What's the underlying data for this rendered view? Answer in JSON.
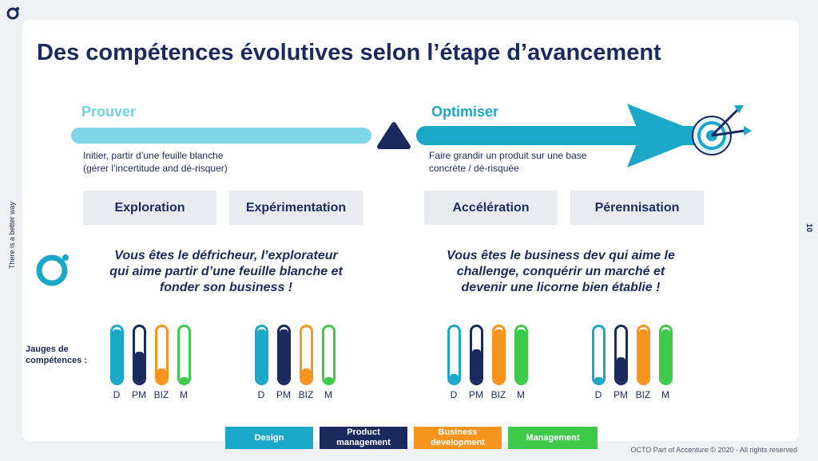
{
  "header": {
    "title": "Des compétences évolutives selon l’étape d’avancement",
    "side_text": "There is a better way",
    "page_number": "10"
  },
  "phases": [
    {
      "label": "Prouver",
      "color": "#6fd0e6",
      "desc_line1": "Initier, partir d’une feuille blanche",
      "desc_line2": "(gérer l’incertitude and dé-risquer)"
    },
    {
      "label": "Optimiser",
      "color": "#1aa7c8",
      "desc_line1": "Faire grandir un produit sur une base",
      "desc_line2": "concrète / dé-risquée"
    }
  ],
  "stages": [
    "Exploration",
    "Expérimentation",
    "Accélération",
    "Pérennisation"
  ],
  "quotes": [
    {
      "line1": "Vous êtes le défricheur, l’explorateur",
      "line2": "qui aime partir d’une feuille blanche et",
      "line3": "fonder son business !"
    },
    {
      "line1": "Vous êtes le business dev qui aime le",
      "line2": "challenge, conquérir un marché et",
      "line3": "devenir une licorne bien établie !"
    }
  ],
  "gauges": {
    "label_line1": "Jauges de",
    "label_line2": "compétences :",
    "skill_labels": [
      "D",
      "PM",
      "BIZ",
      "M"
    ],
    "colors": [
      "#1aa7c8",
      "#1a2a5e",
      "#f7941d",
      "#3ec94a"
    ],
    "levels": [
      [
        0.95,
        0.55,
        0.25,
        0.1
      ],
      [
        0.95,
        0.95,
        0.25,
        0.1
      ],
      [
        0.15,
        0.6,
        0.95,
        0.95
      ],
      [
        0.1,
        0.45,
        0.95,
        0.95
      ]
    ]
  },
  "legend": [
    {
      "line1": "Design",
      "line2": "",
      "color": "#1aa7c8"
    },
    {
      "line1": "Product",
      "line2": "management",
      "color": "#1a2a5e"
    },
    {
      "line1": "Business",
      "line2": "development",
      "color": "#f7941d"
    },
    {
      "line1": "Management",
      "line2": "",
      "color": "#3ec94a"
    }
  ],
  "footer": "OCTO Part of Accenture © 2020 - All rights reserved"
}
